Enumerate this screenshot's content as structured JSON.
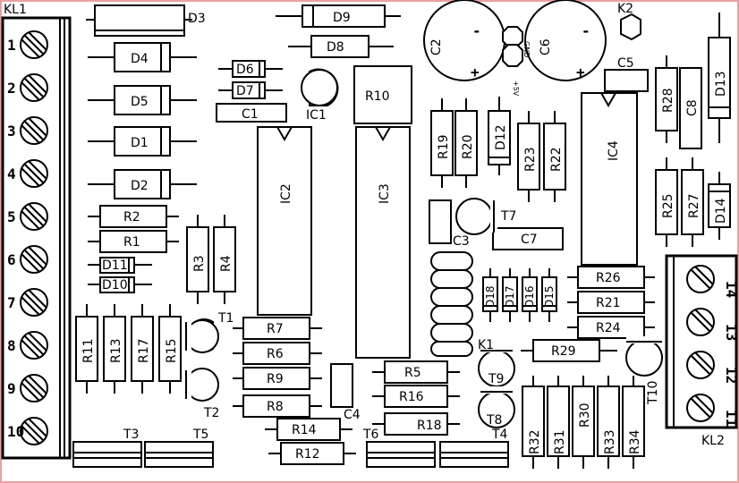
{
  "connectors": {
    "kl1": {
      "label": "KL1",
      "pins": [
        "1",
        "2",
        "3",
        "4",
        "5",
        "6",
        "7",
        "8",
        "9",
        "10"
      ]
    },
    "kl2": {
      "label": "KL2",
      "pins": [
        "14",
        "13",
        "12",
        "11"
      ]
    }
  },
  "diodes": [
    "D1",
    "D2",
    "D3",
    "D4",
    "D5",
    "D6",
    "D7",
    "D8",
    "D9",
    "D10",
    "D11",
    "D12",
    "D13",
    "D14",
    "D15",
    "D16",
    "D17",
    "D18"
  ],
  "resistors": [
    "R1",
    "R2",
    "R3",
    "R4",
    "R5",
    "R6",
    "R7",
    "R8",
    "R9",
    "R10",
    "R11",
    "R12",
    "R13",
    "R14",
    "R15",
    "R16",
    "R17",
    "R18",
    "R19",
    "R20",
    "R21",
    "R22",
    "R23",
    "R24",
    "R25",
    "R26",
    "R27",
    "R28",
    "R29",
    "R30",
    "R31",
    "R32",
    "R33",
    "R34"
  ],
  "capacitors": [
    "C1",
    "C2",
    "C3",
    "C4",
    "C5",
    "C6",
    "C7",
    "C8"
  ],
  "ics": [
    "IC1",
    "IC2",
    "IC3",
    "IC4"
  ],
  "transistors": [
    "T1",
    "T2",
    "T3",
    "T4",
    "T5",
    "T6",
    "T7",
    "T8",
    "T9",
    "T10"
  ],
  "relays": [
    "K1",
    "K2"
  ],
  "polarity": {
    "minus": "-",
    "plus": "+",
    "gnd": "GND",
    "v5": "+5V"
  }
}
